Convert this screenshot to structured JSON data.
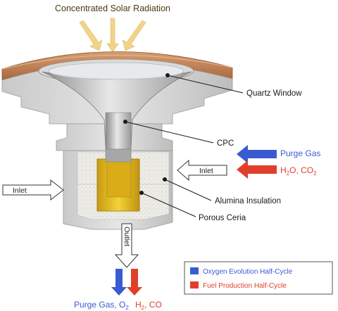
{
  "diagram": {
    "title": "Concentrated Solar Radiation",
    "labels": {
      "quartz_window": "Quartz Window",
      "cpc": "CPC",
      "alumina_insulation": "Alumina Insulation",
      "porous_ceria": "Porous Ceria"
    },
    "inputs": {
      "purge_gas": "Purge Gas",
      "h2o_co2_prefix": "H",
      "h2o_co2_sub1": "2",
      "h2o_co2_mid": "O, CO",
      "h2o_co2_sub2": "2",
      "inlet_right": "Inlet",
      "inlet_left": "Inlet"
    },
    "outputs": {
      "outlet": "Outlet",
      "purge_o2_prefix": "Purge Gas, O",
      "purge_o2_sub": "2",
      "h2_co_prefix": "H",
      "h2_co_sub": "2",
      "h2_co_suffix": ", CO"
    },
    "legend": {
      "oxygen": "Oxygen Evolution Half-Cycle",
      "fuel": "Fuel Production Half-Cycle"
    },
    "colors": {
      "oxygen": "#3a5bd0",
      "fuel": "#e0402a",
      "ceria": "#e8c22a",
      "copper": "#c98a5a",
      "solar_arrow": "#f1d48a"
    }
  }
}
